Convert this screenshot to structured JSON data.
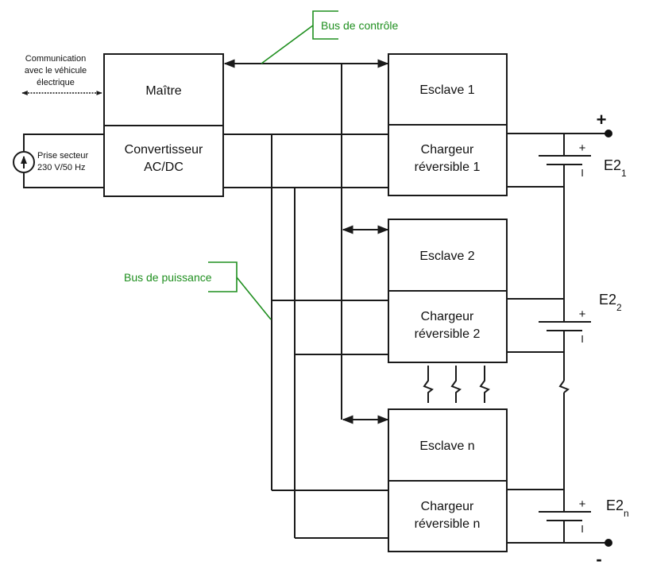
{
  "labels": {
    "control_bus": "Bus de contrôle",
    "power_bus": "Bus de puissance",
    "vehicle_comm": [
      "Communication",
      "avec le véhicule",
      "électrique"
    ],
    "mains": [
      "Prise secteur",
      "230 V/50 Hz"
    ]
  },
  "master": {
    "top": "Maître",
    "bottom": [
      "Convertisseur",
      "AC/DC"
    ]
  },
  "slaves": [
    {
      "top": "Esclave 1",
      "bottom": [
        "Chargeur",
        "réversible 1"
      ],
      "battery": "E2",
      "battery_sub": "1"
    },
    {
      "top": "Esclave 2",
      "bottom": [
        "Chargeur",
        "réversible 2"
      ],
      "battery": "E2",
      "battery_sub": "2"
    },
    {
      "top": "Esclave n",
      "bottom": [
        "Chargeur",
        "réversible n"
      ],
      "battery": "E2",
      "battery_sub": "n"
    }
  ],
  "terminals": {
    "positive": "+",
    "negative": "-"
  },
  "cell_signs": {
    "plus": "+",
    "minus": "I"
  },
  "colors": {
    "annotation": "#1f8f1f",
    "line": "#1a1a1a"
  }
}
